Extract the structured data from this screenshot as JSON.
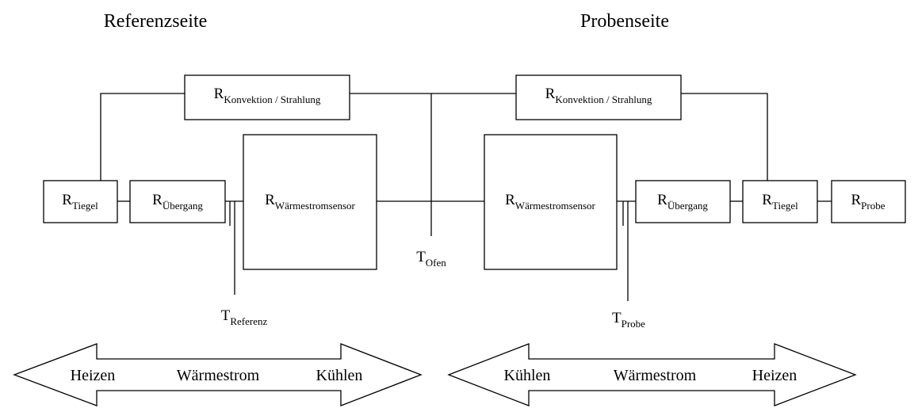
{
  "headings": {
    "reference_side": "Referenzseite",
    "sample_side": "Probenseite"
  },
  "labels": {
    "r": "R",
    "t": "T",
    "konvektion_strahlung": "Konvektion / Strahlung",
    "tiegel": "Tiegel",
    "uebergang": "Übergang",
    "waermestromsensor": "Wärmestromsensor",
    "probe": "Probe",
    "ofen": "Ofen",
    "referenz": "Referenz"
  },
  "arrows": {
    "left": {
      "start": "Heizen",
      "middle": "Wärmestrom",
      "end": "Kühlen"
    },
    "right": {
      "start": "Kühlen",
      "middle": "Wärmestrom",
      "end": "Heizen"
    }
  }
}
